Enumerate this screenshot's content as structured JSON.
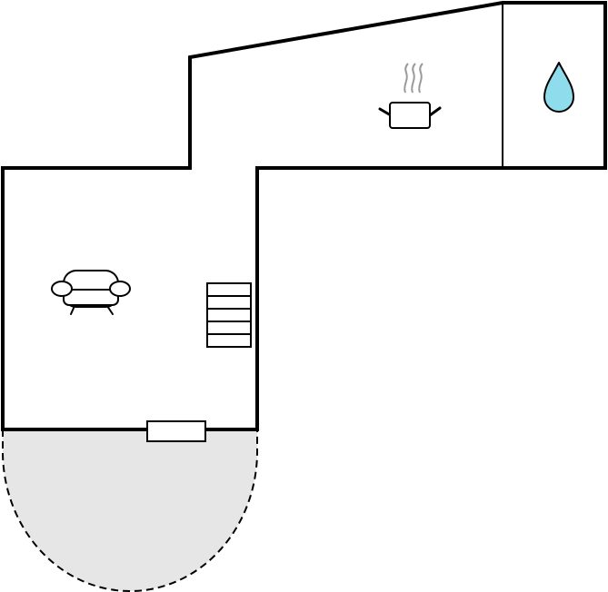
{
  "floorplan": {
    "colors": {
      "wall": "#000000",
      "floor": "#ffffff",
      "terrace": "#e6e6e6",
      "water_drop": "#8fdcec",
      "steam": "#9a9a9a"
    },
    "rooms": [
      {
        "name": "kitchen",
        "icon": "cooking-pot-icon"
      },
      {
        "name": "bathroom",
        "icon": "water-drop-icon"
      },
      {
        "name": "living-room",
        "icon": "sofa-icon"
      }
    ],
    "features": [
      {
        "name": "staircase",
        "icon": "stairs-icon",
        "steps": 5
      },
      {
        "name": "terrace-door",
        "icon": "door-icon"
      },
      {
        "name": "terrace",
        "icon": "terrace-area"
      }
    ]
  }
}
